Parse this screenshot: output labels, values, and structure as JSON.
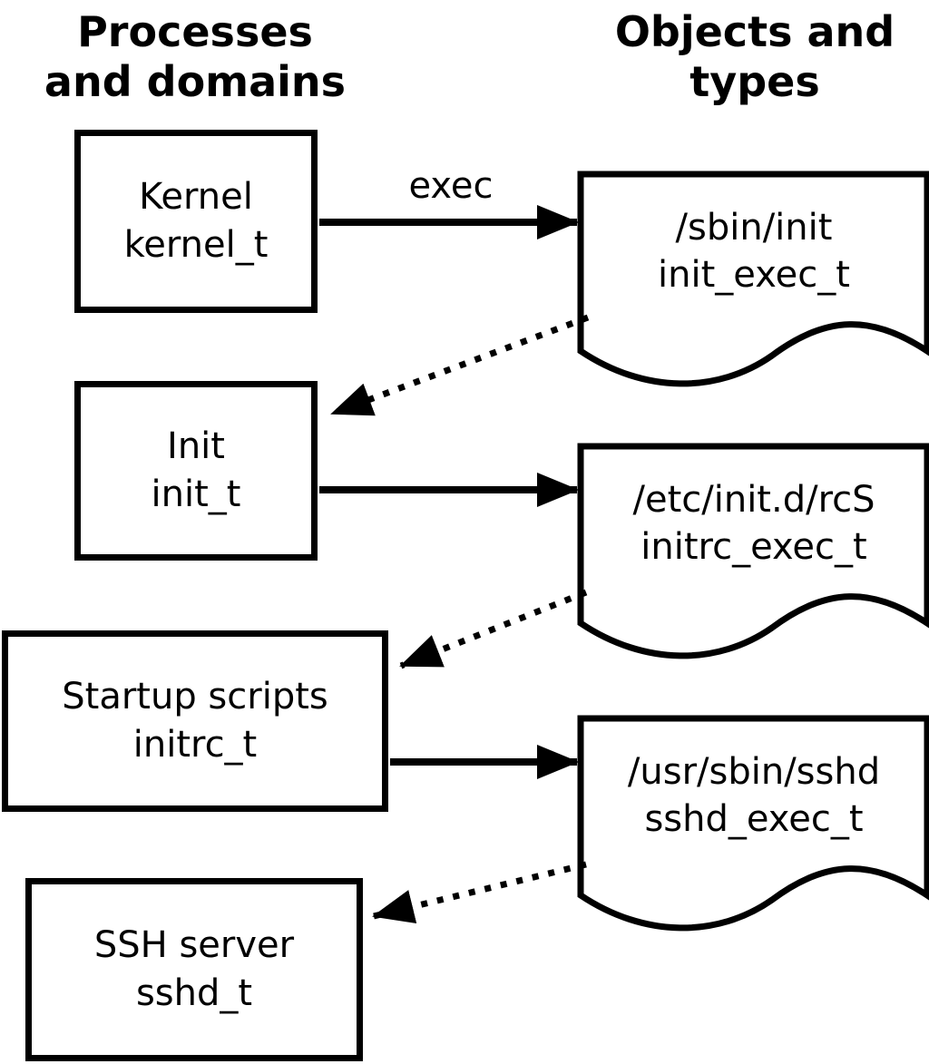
{
  "headers": {
    "left": {
      "line1": "Processes",
      "line2": "and domains"
    },
    "right": {
      "line1": "Objects and",
      "line2": "types"
    }
  },
  "processes": [
    {
      "name": "Kernel",
      "type": "kernel_t"
    },
    {
      "name": "Init",
      "type": "init_t"
    },
    {
      "name": "Startup scripts",
      "type": "initrc_t"
    },
    {
      "name": "SSH server",
      "type": "sshd_t"
    }
  ],
  "objects": [
    {
      "path": "/sbin/init",
      "type": "init_exec_t"
    },
    {
      "path": "/etc/init.d/rcS",
      "type": "initrc_exec_t"
    },
    {
      "path": "/usr/sbin/sshd",
      "type": "sshd_exec_t"
    }
  ],
  "labels": {
    "exec": "exec"
  },
  "colors": {
    "foreground": "#000000",
    "background": "#ffffff"
  }
}
